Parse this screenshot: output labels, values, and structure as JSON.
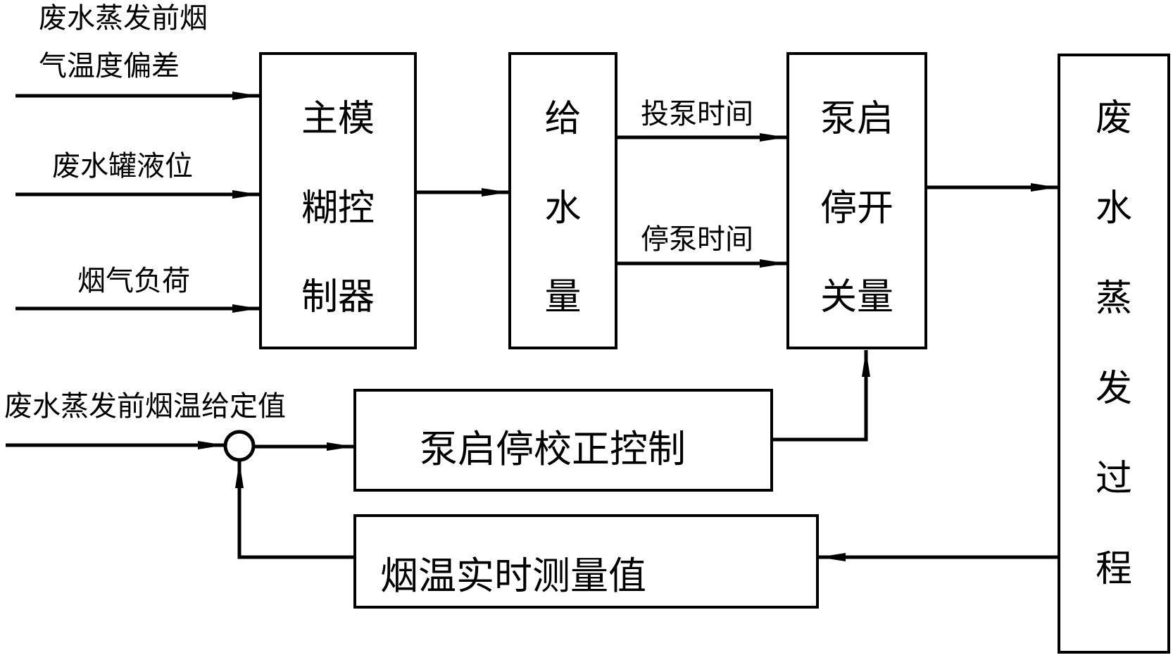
{
  "inputs": {
    "deviation_line1": "废水蒸发前烟",
    "deviation_line2": "气温度偏差",
    "tank_level": "废水罐液位",
    "flue_gas_load": "烟气负荷",
    "temp_setpoint": "废水蒸发前烟温给定值"
  },
  "blocks": {
    "main_fuzzy": {
      "line1": "主模",
      "line2": "糊控",
      "line3": "制器"
    },
    "water_supply": {
      "line1": "给",
      "line2": "水",
      "line3": "量"
    },
    "pump_switch": {
      "line1": "泵启",
      "line2": "停开",
      "line3": "关量"
    },
    "evaporation_process": [
      "废",
      "水",
      "蒸",
      "发",
      "过",
      "程"
    ],
    "correction_control": "泵启停校正控制",
    "realtime_measurement": "烟温实时测量值"
  },
  "signals": {
    "pump_on_time": "投泵时间",
    "pump_off_time": "停泵时间"
  }
}
